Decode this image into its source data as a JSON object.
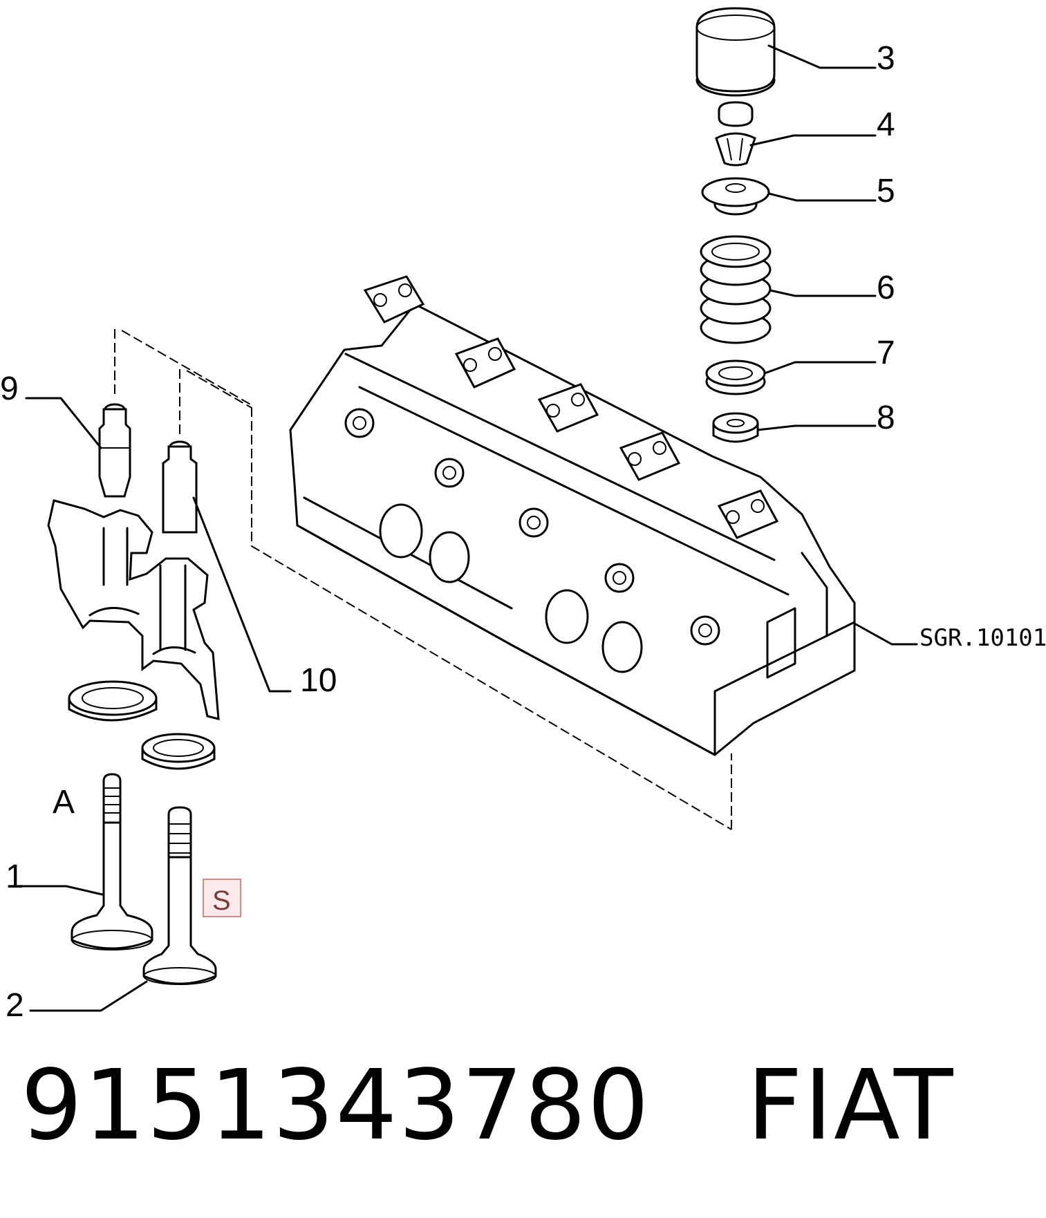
{
  "callouts": {
    "n1": "1",
    "n2": "2",
    "n3": "3",
    "n4": "4",
    "n5": "5",
    "n6": "6",
    "n7": "7",
    "n8": "8",
    "n9": "9",
    "n10": "10",
    "variant": "A",
    "code": "SGR.10101",
    "marker": "S"
  },
  "footer": {
    "part_number": "9151343780",
    "brand": "FIAT"
  },
  "colors": {
    "ink": "#000000",
    "marker_border": "#d98888",
    "marker_fill": "#fbeaea",
    "marker_text": "#7a3a3a"
  }
}
